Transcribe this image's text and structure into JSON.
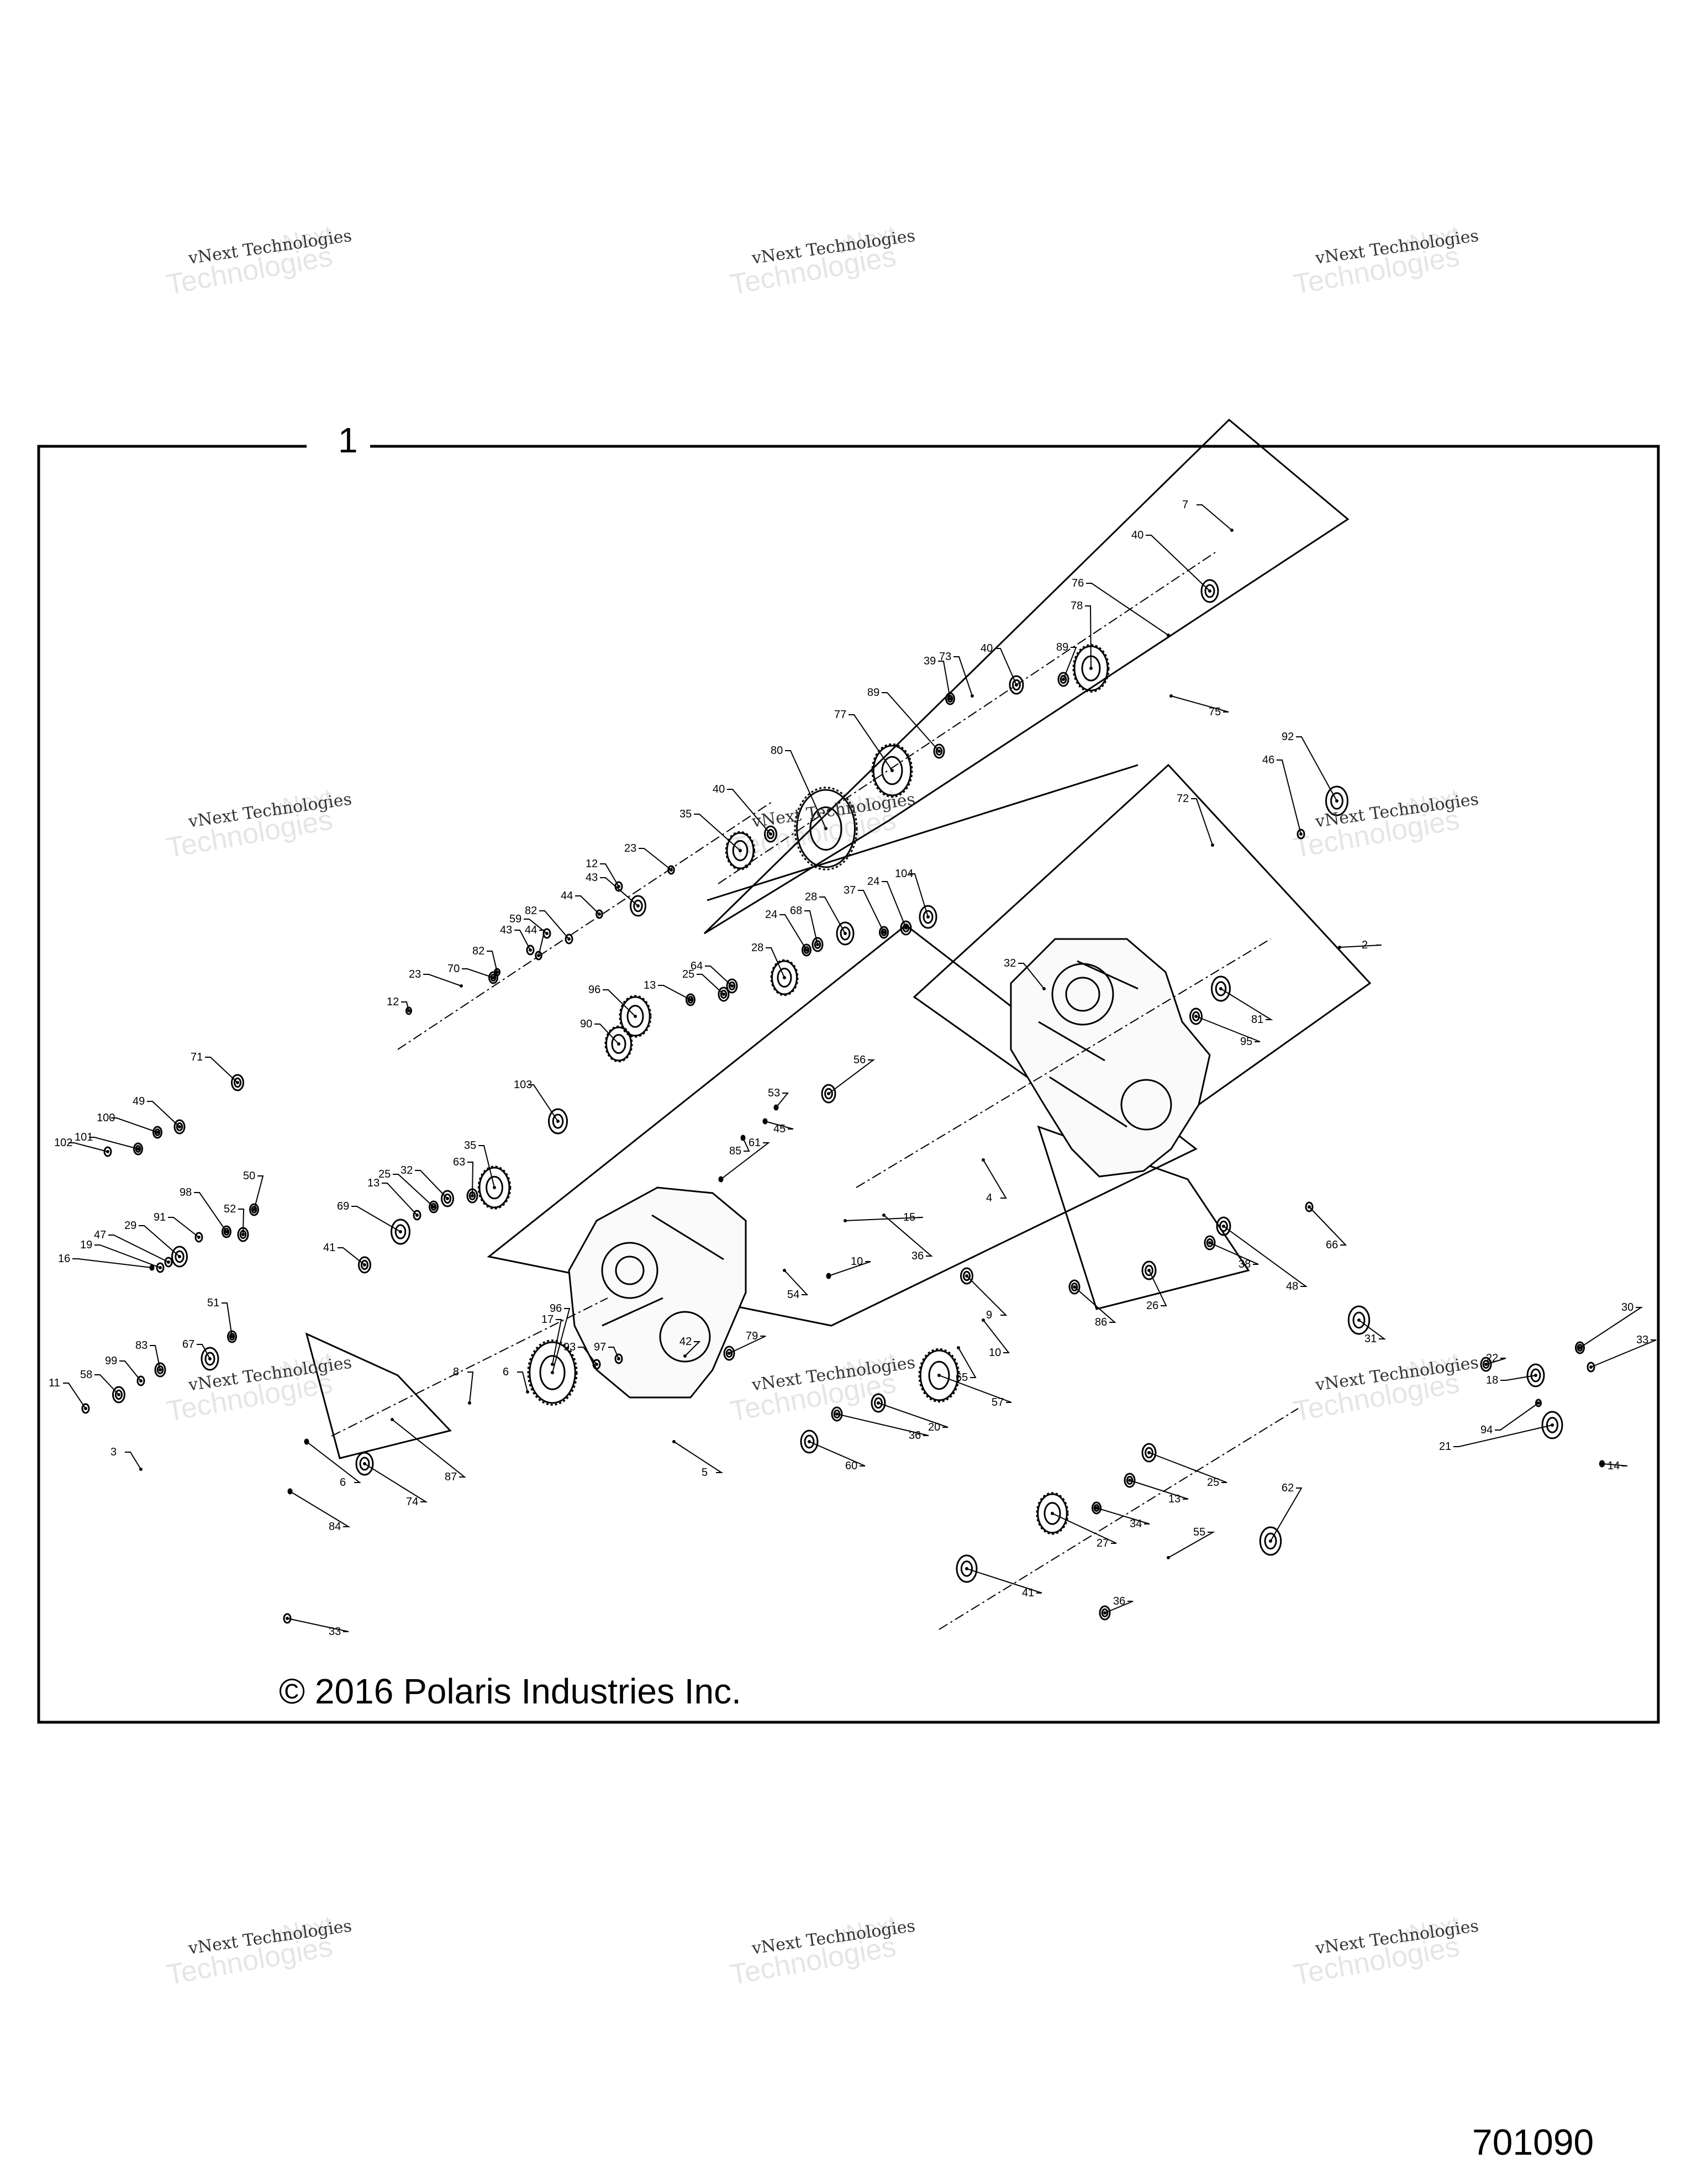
{
  "group_number": "1",
  "copyright": "© 2016 Polaris Industries Inc.",
  "drawing_number": "701090",
  "watermark": {
    "line1": "vNext Technologies",
    "line2": "Technologies",
    "ghost": "vNext"
  },
  "callouts": [
    "7",
    "40",
    "76",
    "78",
    "89",
    "40",
    "73",
    "39",
    "75",
    "89",
    "77",
    "80",
    "40",
    "35",
    "92",
    "46",
    "72",
    "23",
    "12",
    "43",
    "44",
    "82",
    "59",
    "44",
    "43",
    "82",
    "70",
    "23",
    "12",
    "104",
    "24",
    "37",
    "28",
    "68",
    "24",
    "28",
    "64",
    "25",
    "13",
    "32",
    "2",
    "81",
    "95",
    "96",
    "90",
    "71",
    "49",
    "100",
    "101",
    "102",
    "103",
    "56",
    "53",
    "45",
    "85",
    "4",
    "35",
    "63",
    "32",
    "25",
    "13",
    "69",
    "41",
    "50",
    "52",
    "98",
    "91",
    "29",
    "47",
    "19",
    "16",
    "61",
    "15",
    "36",
    "66",
    "10",
    "54",
    "51",
    "67",
    "83",
    "99",
    "58",
    "11",
    "42",
    "96",
    "17",
    "93",
    "97",
    "6",
    "8",
    "3",
    "79",
    "38",
    "26",
    "86",
    "9",
    "10",
    "65",
    "57",
    "48",
    "31",
    "30",
    "33",
    "22",
    "18",
    "94",
    "21",
    "14",
    "20",
    "36",
    "60",
    "74",
    "87",
    "6",
    "84",
    "5",
    "33",
    "25",
    "13",
    "34",
    "62",
    "27",
    "55",
    "41",
    "36"
  ]
}
